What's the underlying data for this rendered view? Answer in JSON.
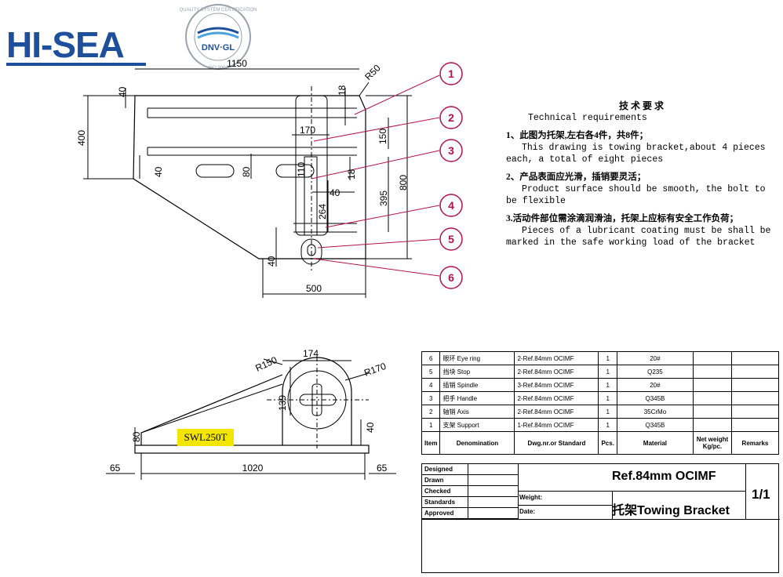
{
  "logo": {
    "text": "HI-SEA"
  },
  "badge": {
    "ring_text": "QUALITY SYSTEM CERTIFICATION",
    "center": "DNV·GL",
    "bottom": "ISO 9001"
  },
  "dimensions_top": {
    "overall_width": "1150",
    "r50": "R50",
    "d40a": "40",
    "d18a": "18",
    "d400": "400",
    "d170": "170",
    "d150": "150",
    "d40b": "40",
    "d80": "80",
    "d110": "110",
    "d18b": "18",
    "d40c": "40",
    "d800": "800",
    "d264": "264",
    "d395": "395",
    "d40d": "40",
    "d500": "500"
  },
  "dimensions_bottom": {
    "r150": "R150",
    "d174": "174",
    "r170": "R170",
    "d139": "139",
    "d80": "80",
    "d40": "40",
    "d65a": "65",
    "d1020": "1020",
    "d65b": "65"
  },
  "callouts": [
    "1",
    "2",
    "3",
    "4",
    "5",
    "6"
  ],
  "swl_label": "SWL250T",
  "tech": {
    "title_cn": "技 术 要 求",
    "title_en": "Technical requirements",
    "items": [
      {
        "cn": "1、此图为托架,左右各4件，共8件；",
        "en": "This drawing is towing bracket,about 4 pieces each, a total of eight pieces"
      },
      {
        "cn": "2、产品表面应光滑，插销要灵活；",
        "en": "Product surface should be smooth, the bolt to be flexible"
      },
      {
        "cn": "3.活动件部位需涂滴润滑油，托架上应标有安全工作负荷；",
        "en": "Pieces of a lubricant coating must be shall be marked in the safe working load of the bracket"
      }
    ]
  },
  "parts_table": {
    "rows": [
      {
        "no": "6",
        "name": "眼环 Eye ring",
        "std": "2-Ref.84mm  OCIMF",
        "qty": "1",
        "material": "20#"
      },
      {
        "no": "5",
        "name": "挡块 Stop",
        "std": "2-Ref.84mm  OCIMF",
        "qty": "1",
        "material": "Q235"
      },
      {
        "no": "4",
        "name": "插销 Spindle",
        "std": "3-Ref.84mm  OCIMF",
        "qty": "1",
        "material": "20#"
      },
      {
        "no": "3",
        "name": "把手 Handle",
        "std": "2-Ref.84mm  OCIMF",
        "qty": "1",
        "material": "Q345B"
      },
      {
        "no": "2",
        "name": "轴销 Axis",
        "std": "2-Ref.84mm  OCIMF",
        "qty": "1",
        "material": "35CrMo"
      },
      {
        "no": "1",
        "name": "支架 Support",
        "std": "1-Ref.84mm  OCIMF",
        "qty": "1",
        "material": "Q345B"
      }
    ],
    "headers": {
      "item": "Item",
      "denomination": "Denomination",
      "dwg": "Dwg.nr.or Standard",
      "pcs": "Pcs.",
      "material": "Material",
      "net_weight": "Net weight Kg/pc.",
      "remarks": "Remarks"
    }
  },
  "title_block": {
    "labels": [
      "Designed",
      "Drawn",
      "Checked",
      "Standards",
      "Approved"
    ],
    "weight": "Weight:",
    "date": "Date:",
    "ref": "Ref.84mm  OCIMF",
    "name": "托架Towing Bracket",
    "scale": "1/1"
  }
}
